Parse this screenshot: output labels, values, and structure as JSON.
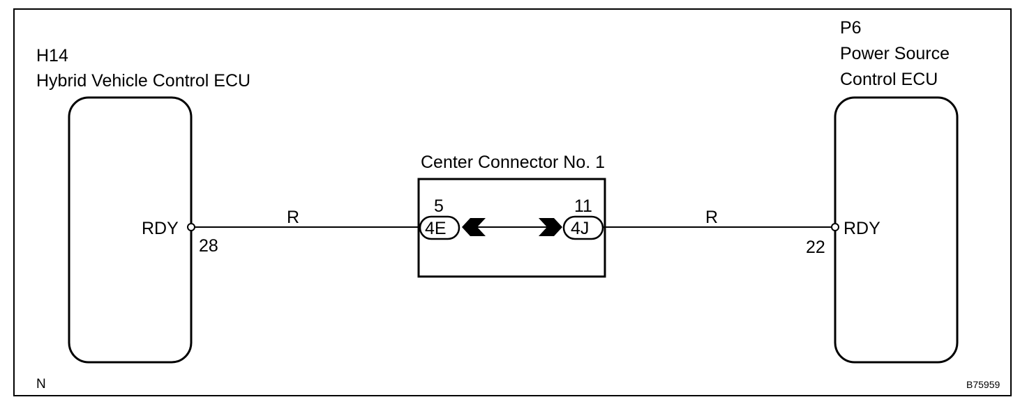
{
  "left_ecu": {
    "code": "H14",
    "name": "Hybrid Vehicle Control ECU",
    "terminal_name": "RDY",
    "pin": "28"
  },
  "right_ecu": {
    "code": "P6",
    "name_line1": "Power Source",
    "name_line2": "Control ECU",
    "terminal_name": "RDY",
    "pin": "22"
  },
  "center_connector": {
    "title": "Center Connector No. 1",
    "left_pin": "5",
    "left_label": "4E",
    "right_pin": "11",
    "right_label": "4J"
  },
  "wires": {
    "left_color": "R",
    "right_color": "R"
  },
  "corner_left": "N",
  "figure_id": "B75959"
}
